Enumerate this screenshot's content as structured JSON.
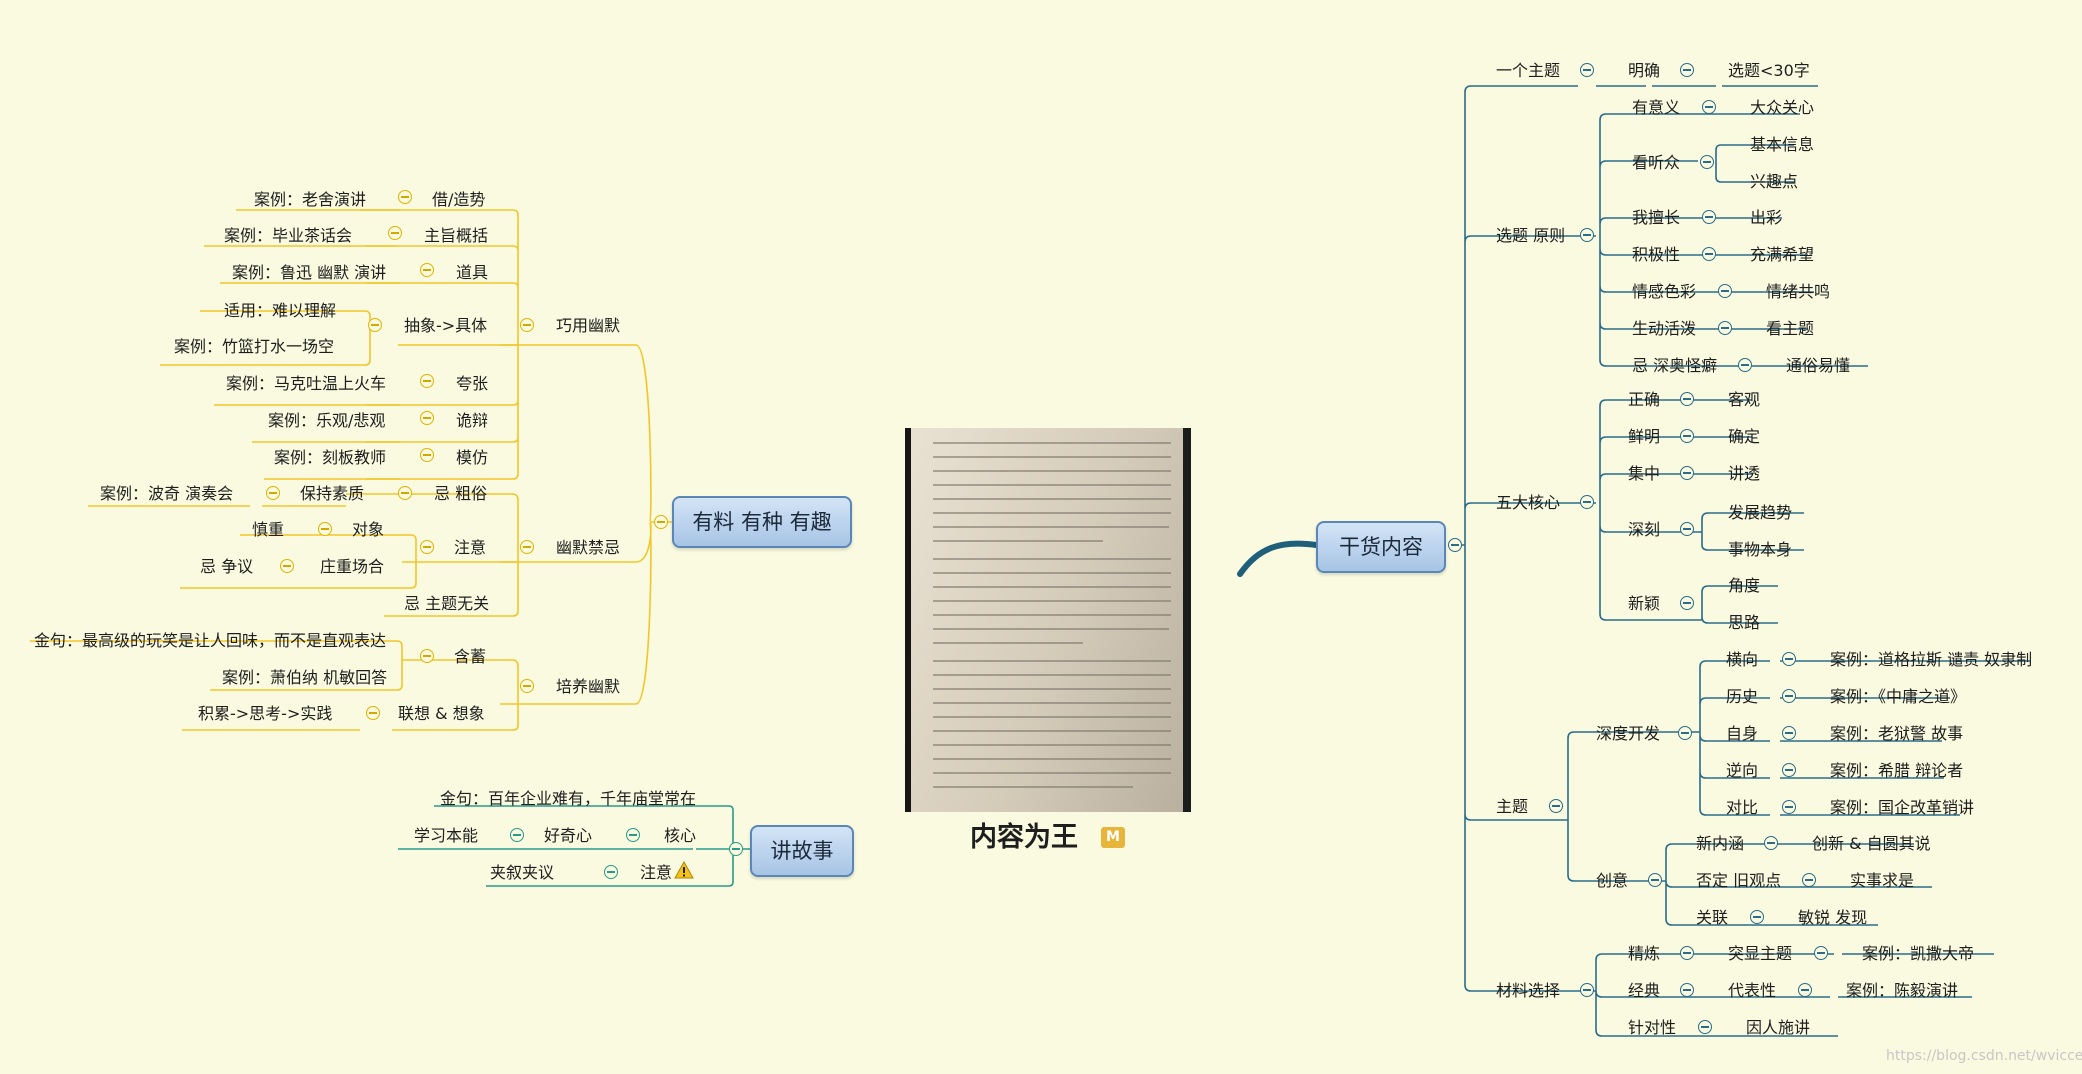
{
  "center": {
    "title": "内容为王",
    "marker": "M"
  },
  "watermark": "https://blog.csdn.net/wvicce",
  "colors": {
    "background": "#fafae0",
    "yellow_branch": "#f2c62a",
    "teal_branch": "#2a9a8a",
    "blue_branch": "#2a6c8a",
    "topic_fill": "#b8d2ee"
  },
  "hubs": {
    "humor": "有料 有种 有趣",
    "story": "讲故事",
    "content": "干货内容"
  },
  "humor_tree": {
    "qiao": {
      "label": "巧用幽默",
      "items": [
        {
          "label": "借/造势",
          "example": "案例：老舍演讲"
        },
        {
          "label": "主旨概括",
          "example": "案例：毕业茶话会"
        },
        {
          "label": "道具",
          "example": "案例：鲁迅 幽默 演讲"
        },
        {
          "label": "抽象->具体",
          "subs": [
            "适用：难以理解",
            "案例：竹篮打水一场空"
          ]
        },
        {
          "label": "夸张",
          "example": "案例：马克吐温上火车"
        },
        {
          "label": "诡辩",
          "example": "案例：乐观/悲观"
        },
        {
          "label": "模仿",
          "example": "案例：刻板教师"
        }
      ]
    },
    "jinji": {
      "label": "幽默禁忌",
      "items": [
        {
          "label": "忌 粗俗",
          "mid": "保持素质",
          "example": "案例：波奇 演奏会"
        },
        {
          "label": "注意",
          "subs": [
            {
              "label": "对象",
              "sub": "慎重"
            },
            {
              "label": "庄重场合",
              "sub": "忌 争议"
            }
          ]
        },
        {
          "label": "忌 主题无关"
        }
      ]
    },
    "peiyang": {
      "label": "培养幽默",
      "items": [
        {
          "label": "含蓄",
          "subs": [
            "金句：最高级的玩笑是让人回味，而不是直观表达",
            "案例：萧伯纳 机敏回答"
          ]
        },
        {
          "label": "联想 & 想象",
          "sub": "积累->思考->实践"
        }
      ]
    }
  },
  "story_tree": {
    "quote": "金句：百年企业难有，千年庙堂常在",
    "hexin": "核心",
    "haoqixin": "好奇心",
    "xuexi": "学习本能",
    "zhuyi": "注意",
    "jiaxu": "夹叙夹议"
  },
  "content_tree": {
    "yigezhuti": {
      "label": "一个主题",
      "mingque": "明确",
      "leaf": "选题<30字"
    },
    "yuanze": {
      "label": "选题 原则",
      "items": [
        {
          "label": "有意义",
          "leaf": "大众关心"
        },
        {
          "label": "看听众",
          "leaves": [
            "基本信息",
            "兴趣点"
          ]
        },
        {
          "label": "我擅长",
          "leaf": "出彩"
        },
        {
          "label": "积极性",
          "leaf": "充满希望"
        },
        {
          "label": "情感色彩",
          "leaf": "情绪共鸣"
        },
        {
          "label": "生动活泼",
          "leaf": "看主题"
        },
        {
          "label": "忌 深奥怪癖",
          "leaf": "通俗易懂"
        }
      ]
    },
    "hexin": {
      "label": "五大核心",
      "items": [
        {
          "label": "正确",
          "leaf": "客观"
        },
        {
          "label": "鲜明",
          "leaf": "确定"
        },
        {
          "label": "集中",
          "leaf": "讲透"
        },
        {
          "label": "深刻",
          "leaves": [
            "发展趋势",
            "事物本身"
          ]
        },
        {
          "label": "新颖",
          "leaves": [
            "角度",
            "思路"
          ]
        }
      ]
    },
    "zhuti": {
      "label": "主题",
      "shendu": {
        "label": "深度开发",
        "items": [
          {
            "label": "横向",
            "example": "案例：道格拉斯 谴责 奴隶制"
          },
          {
            "label": "历史",
            "example": "案例：《中庸之道》"
          },
          {
            "label": "自身",
            "example": "案例：老狱警 故事"
          },
          {
            "label": "逆向",
            "example": "案例：希腊 辩论者"
          },
          {
            "label": "对比",
            "example": "案例：国企改革销讲"
          }
        ]
      },
      "chuangyi": {
        "label": "创意",
        "items": [
          {
            "label": "新内涵",
            "leaf": "创新 & 自圆其说"
          },
          {
            "label": "否定 旧观点",
            "leaf": "实事求是"
          },
          {
            "label": "关联",
            "leaf": "敏锐 发现"
          }
        ]
      }
    },
    "cailiao": {
      "label": "材料选择",
      "items": [
        {
          "label": "精炼",
          "mid": "突显主题",
          "example": "案例：凯撒大帝"
        },
        {
          "label": "经典",
          "mid": "代表性",
          "example": "案例：陈毅演讲"
        },
        {
          "label": "针对性",
          "mid": "因人施讲"
        }
      ]
    }
  }
}
